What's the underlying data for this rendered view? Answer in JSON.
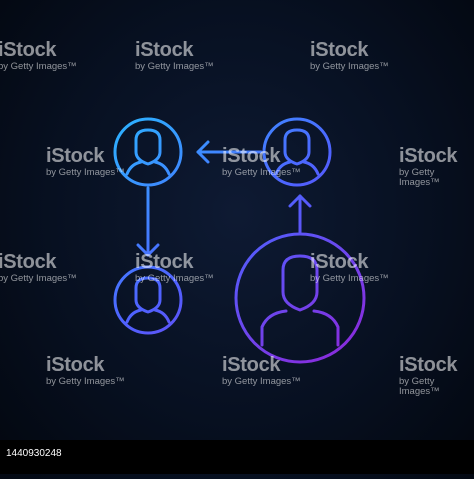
{
  "watermark": {
    "brand": "iStock",
    "credit": "by Getty Images™"
  },
  "footer": {
    "image_id": "1440930248"
  },
  "colors": {
    "gradient_top": "#2bb5ff",
    "gradient_mid": "#4a6cff",
    "gradient_bottom": "#8a2bdc",
    "background": "#071021"
  },
  "icons": [
    "person-circle-icon",
    "arrow-left-icon",
    "arrow-down-icon",
    "arrow-up-icon",
    "large-person-circle-icon"
  ]
}
